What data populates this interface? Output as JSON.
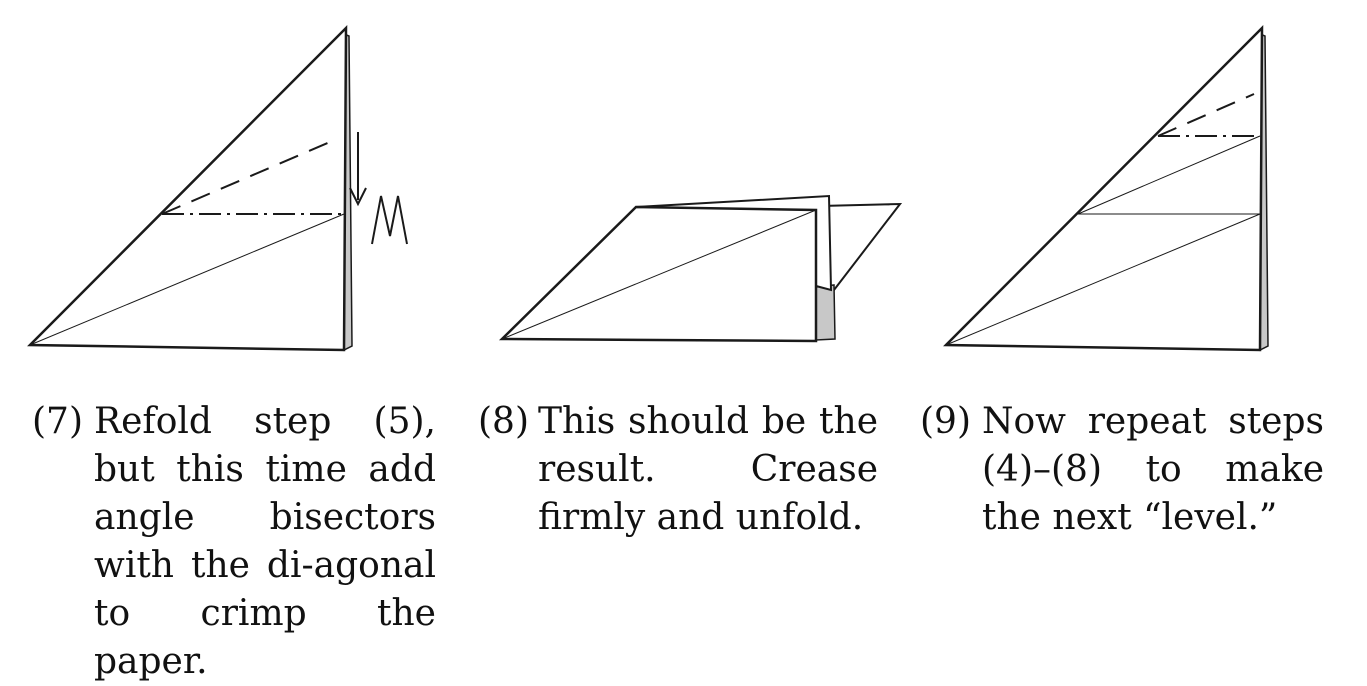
{
  "steps": [
    {
      "number": "(7)",
      "text": "Refold step (5), but this time add angle bisectors with the di-agonal to crimp the paper."
    },
    {
      "number": "(8)",
      "text": "This should be the result. Crease firmly and unfold."
    },
    {
      "number": "(9)",
      "text": "Now repeat steps (4)–(8) to make the next “level.”"
    }
  ],
  "colors": {
    "line": "#1a1a1a",
    "edge_shading": "#c8c8c8",
    "background": "#ffffff"
  }
}
